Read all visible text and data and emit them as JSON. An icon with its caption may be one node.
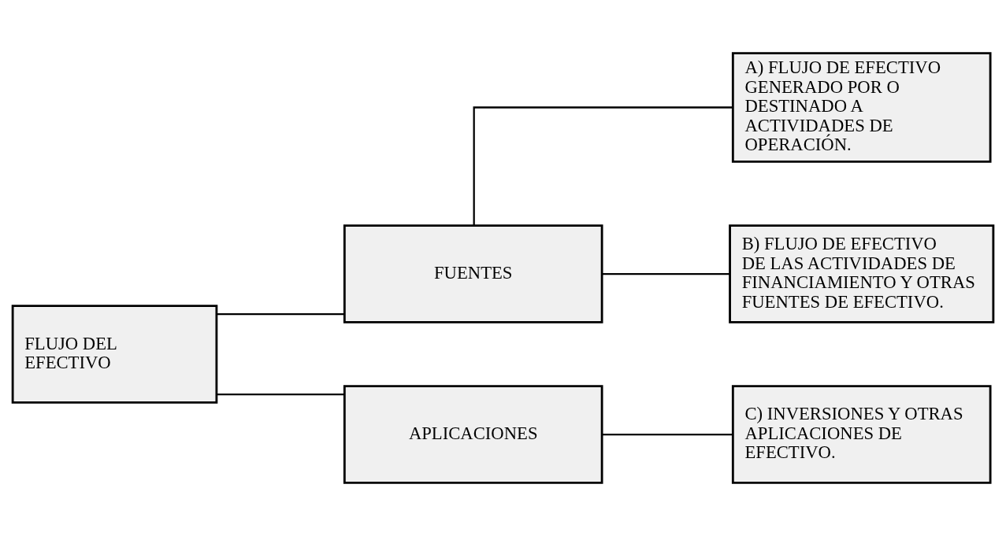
{
  "diagram": {
    "nodes": [
      {
        "text": [
          "FLUJO DEL EFECTIVO"
        ]
      },
      {
        "text": [
          "FUENTES"
        ]
      },
      {
        "text": [
          "APLICACIONES"
        ]
      },
      {
        "text": [
          "A) FLUJO DE EFECTIVO GENERADO POR O DESTINADO A ACTIVIDADES DE OPERACIÓN."
        ]
      },
      {
        "text": [
          "B) FLUJO DE EFECTIVO DE LAS ACTIVIDADES DE FINANCIAMIENTO Y OTRAS FUENTES DE EFECTIVO."
        ]
      },
      {
        "text": [
          "C) INVERSIONES Y OTRAS APLICACIONES DE EFECTIVO."
        ]
      }
    ],
    "edges": [
      {
        "from": 0,
        "to": 1,
        "arrow": "none"
      },
      {
        "from": 0,
        "to": 2,
        "arrow": "none"
      },
      {
        "from": 1,
        "to": 3,
        "arrow": "none"
      },
      {
        "from": 1,
        "to": 4,
        "arrow": "none"
      },
      {
        "from": 2,
        "to": 5,
        "arrow": "none"
      }
    ]
  }
}
